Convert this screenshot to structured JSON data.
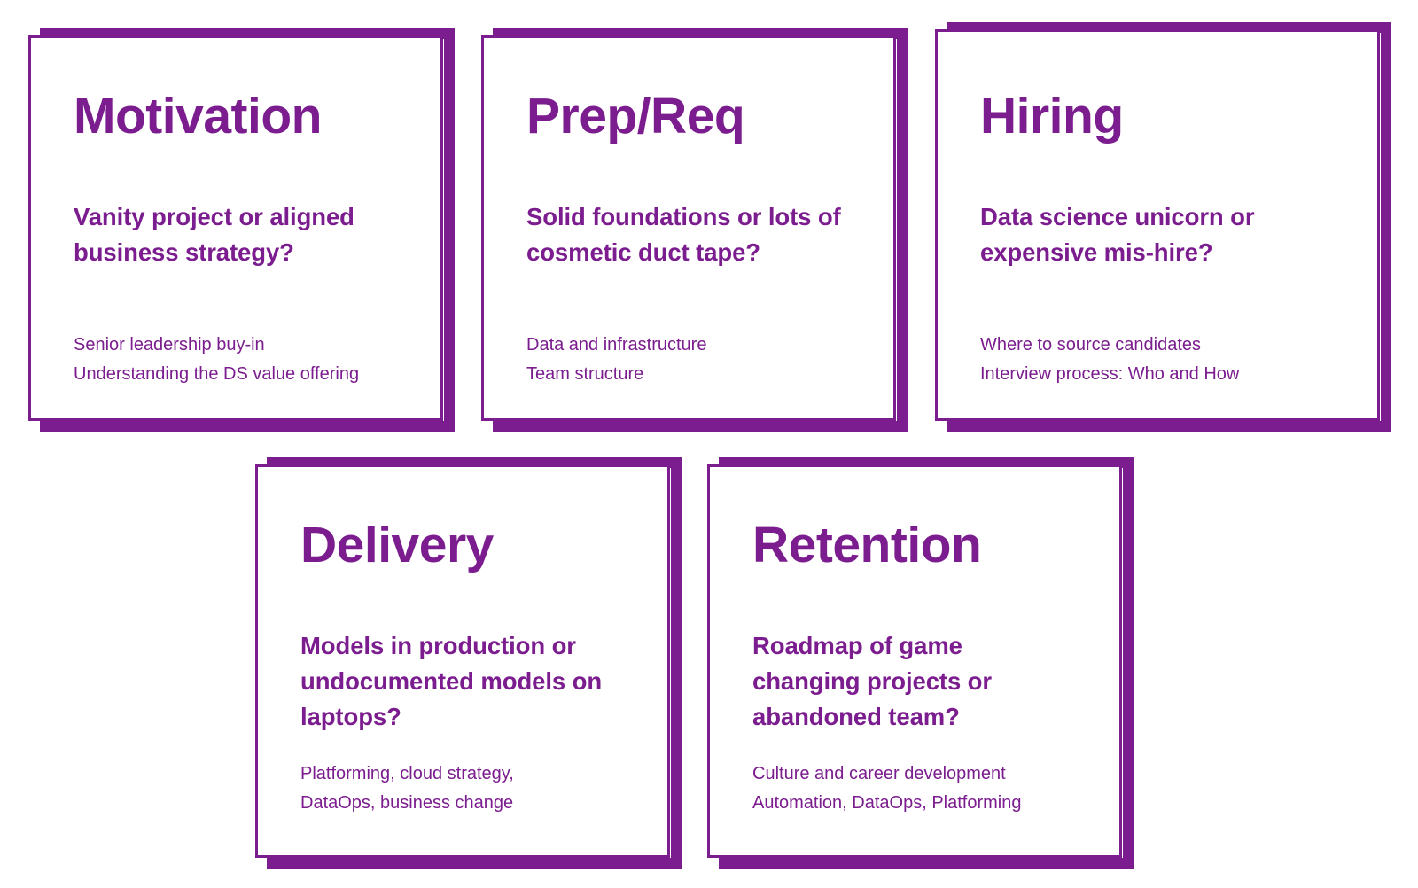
{
  "theme": {
    "accent": "#7b1d8e",
    "background": "#ffffff"
  },
  "cards": [
    {
      "id": "motivation",
      "title": "Motivation",
      "question": "Vanity project or aligned business strategy?",
      "points": [
        "Senior leadership buy-in",
        "Understanding the DS value offering"
      ]
    },
    {
      "id": "prepreq",
      "title": "Prep/Req",
      "question": "Solid foundations or lots of cosmetic duct tape?",
      "points": [
        "Data and infrastructure",
        "Team structure"
      ]
    },
    {
      "id": "hiring",
      "title": "Hiring",
      "question": "Data science unicorn or expensive mis-hire?",
      "points": [
        "Where to source candidates",
        "Interview process: Who and How"
      ]
    },
    {
      "id": "delivery",
      "title": "Delivery",
      "question": "Models in production or undocumented models on laptops?",
      "points": [
        "Platforming, cloud strategy,",
        "DataOps, business change"
      ]
    },
    {
      "id": "retention",
      "title": "Retention",
      "question": "Roadmap of game changing projects or abandoned team?",
      "points": [
        "Culture and career development",
        "Automation, DataOps, Platforming"
      ]
    }
  ]
}
